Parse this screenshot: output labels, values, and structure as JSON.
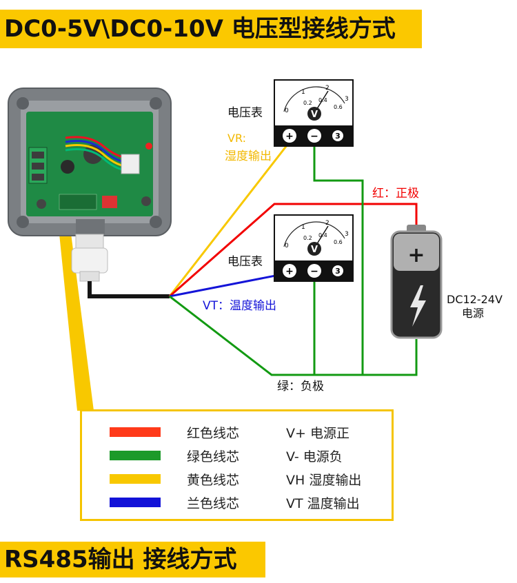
{
  "header": {
    "title": "DC0-5V\\DC0-10V 电压型接线方式"
  },
  "footer": {
    "title": "RS485输出 接线方式"
  },
  "meter_top": {
    "label": "电压表",
    "scale": [
      "0",
      "1",
      "2",
      "3",
      "0.2",
      "0.4",
      "0.6"
    ],
    "symbol": "V",
    "terminals": [
      "+",
      "−",
      "3"
    ]
  },
  "meter_bottom": {
    "label": "电压表",
    "scale": [
      "0",
      "1",
      "2",
      "3",
      "0.2",
      "0.4",
      "0.6"
    ],
    "symbol": "V",
    "terminals": [
      "+",
      "−",
      "3"
    ]
  },
  "wires": {
    "vr_label_line1": "VR:",
    "vr_label_line2": "湿度输出",
    "red_label": "红：正极",
    "vt_label": "VT：温度输出",
    "green_label": "绿：负极"
  },
  "power": {
    "symbol": "+",
    "line1": "DC12-24V",
    "line2": "电源"
  },
  "colors": {
    "red": "#f20000",
    "green": "#129a12",
    "yellow": "#f8c800",
    "blue": "#1414d8"
  },
  "legend": [
    {
      "name": "红色线芯",
      "desc": "V+ 电源正",
      "color": "#ff3a1a"
    },
    {
      "name": "绿色线芯",
      "desc": "V- 电源负",
      "color": "#1c9a2a"
    },
    {
      "name": "黄色线芯",
      "desc": "VH 湿度输出",
      "color": "#f8c800"
    },
    {
      "name": "兰色线芯",
      "desc": "VT 温度输出",
      "color": "#1212d8"
    }
  ]
}
